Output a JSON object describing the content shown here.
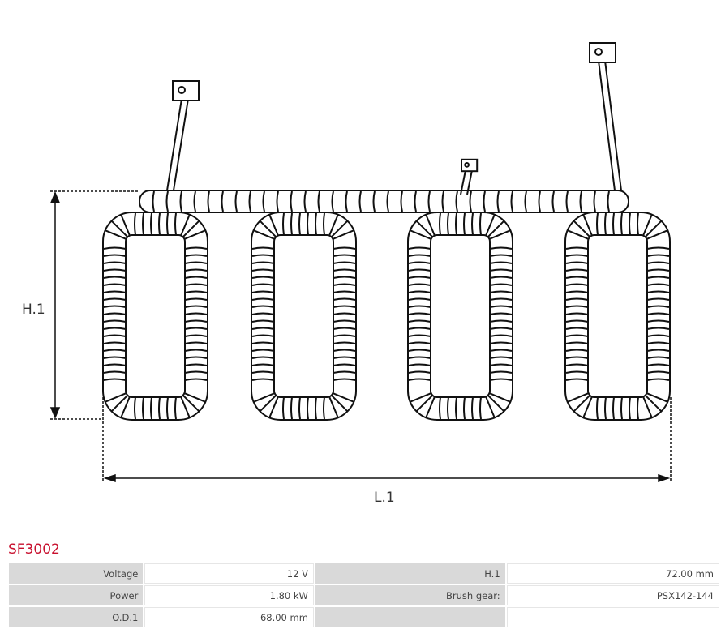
{
  "drawing": {
    "height_label": "H.1",
    "length_label": "L.1"
  },
  "product": {
    "code": "SF3002"
  },
  "specs": [
    {
      "label1": "Voltage",
      "value1": "12 V",
      "label2": "H.1",
      "value2": "72.00 mm"
    },
    {
      "label1": "Power",
      "value1": "1.80 kW",
      "label2": "Brush gear:",
      "value2": "PSX142-144"
    },
    {
      "label1": "O.D.1",
      "value1": "68.00 mm",
      "label2": "",
      "value2": ""
    }
  ]
}
